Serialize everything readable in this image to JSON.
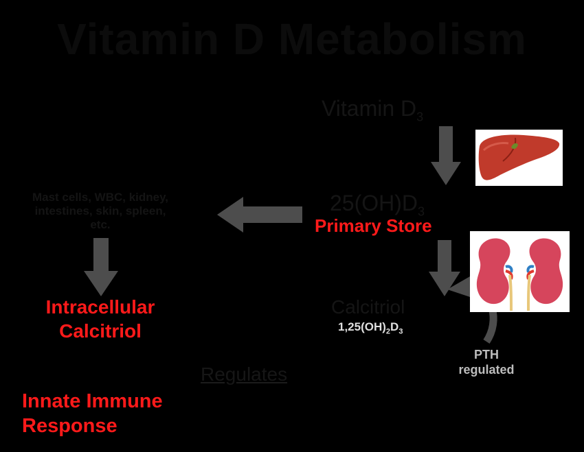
{
  "title": "Vitamin D Metabolism",
  "nodes": {
    "vitamin_d3": {
      "text": "Vitamin D",
      "sub": "3"
    },
    "hydroxy": {
      "text": "25(OH)D",
      "sub": "3",
      "label": "Primary Store"
    },
    "calcitriol": {
      "text": "Calcitriol",
      "formula": {
        "a": "1,25(OH)",
        "sub1": "2",
        "b": "D",
        "sub2": "3"
      }
    },
    "cells": {
      "line1": "Mast cells, WBC, kidney,",
      "line2": "intestines, skin, spleen,",
      "line3": "etc."
    },
    "intracellular": {
      "line1": "Intracellular",
      "line2": "Calcitriol"
    },
    "regulates": "Regulates",
    "innate": {
      "line1": "Innate Immune",
      "line2": "Response"
    },
    "pth": {
      "line1": "PTH",
      "line2": "regulated"
    }
  },
  "colors": {
    "background": "#000000",
    "highlight": "#ff1a1a",
    "arrow": "#4d4d4d",
    "panel": "#ffffff"
  },
  "icons": {
    "liver": "liver-icon",
    "kidney": "kidneys-icon"
  }
}
